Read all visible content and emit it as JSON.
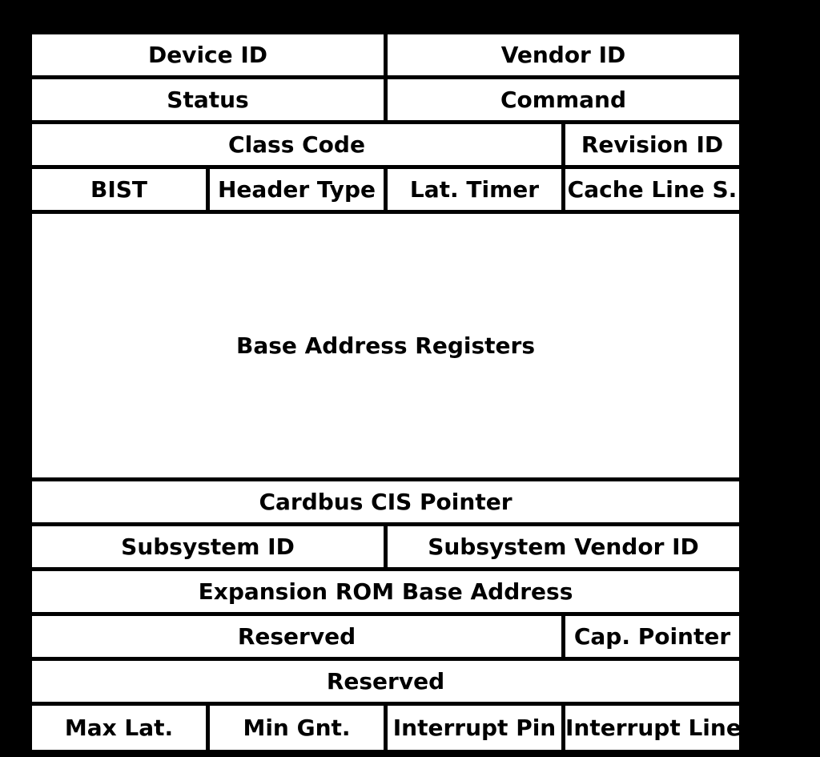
{
  "colors": {
    "background": "#000000",
    "cell_background": "#ffffff",
    "border": "#000000",
    "text": "#000000"
  },
  "table": {
    "rows": [
      {
        "cells": [
          {
            "label": "Device ID"
          },
          {
            "label": "Vendor ID"
          }
        ]
      },
      {
        "cells": [
          {
            "label": "Status"
          },
          {
            "label": "Command"
          }
        ]
      },
      {
        "cells": [
          {
            "label": "Class Code"
          },
          {
            "label": "Revision ID"
          }
        ]
      },
      {
        "cells": [
          {
            "label": "BIST"
          },
          {
            "label": "Header Type"
          },
          {
            "label": "Lat. Timer"
          },
          {
            "label": "Cache Line S."
          }
        ]
      },
      {
        "cells": [
          {
            "label": "Base Address Registers"
          }
        ]
      },
      {
        "cells": [
          {
            "label": "Cardbus CIS Pointer"
          }
        ]
      },
      {
        "cells": [
          {
            "label": "Subsystem ID"
          },
          {
            "label": "Subsystem Vendor ID"
          }
        ]
      },
      {
        "cells": [
          {
            "label": "Expansion ROM Base Address"
          }
        ]
      },
      {
        "cells": [
          {
            "label": "Reserved"
          },
          {
            "label": "Cap. Pointer"
          }
        ]
      },
      {
        "cells": [
          {
            "label": "Reserved"
          }
        ]
      },
      {
        "cells": [
          {
            "label": "Max Lat."
          },
          {
            "label": "Min Gnt."
          },
          {
            "label": "Interrupt Pin"
          },
          {
            "label": "Interrupt Line"
          }
        ]
      }
    ]
  }
}
